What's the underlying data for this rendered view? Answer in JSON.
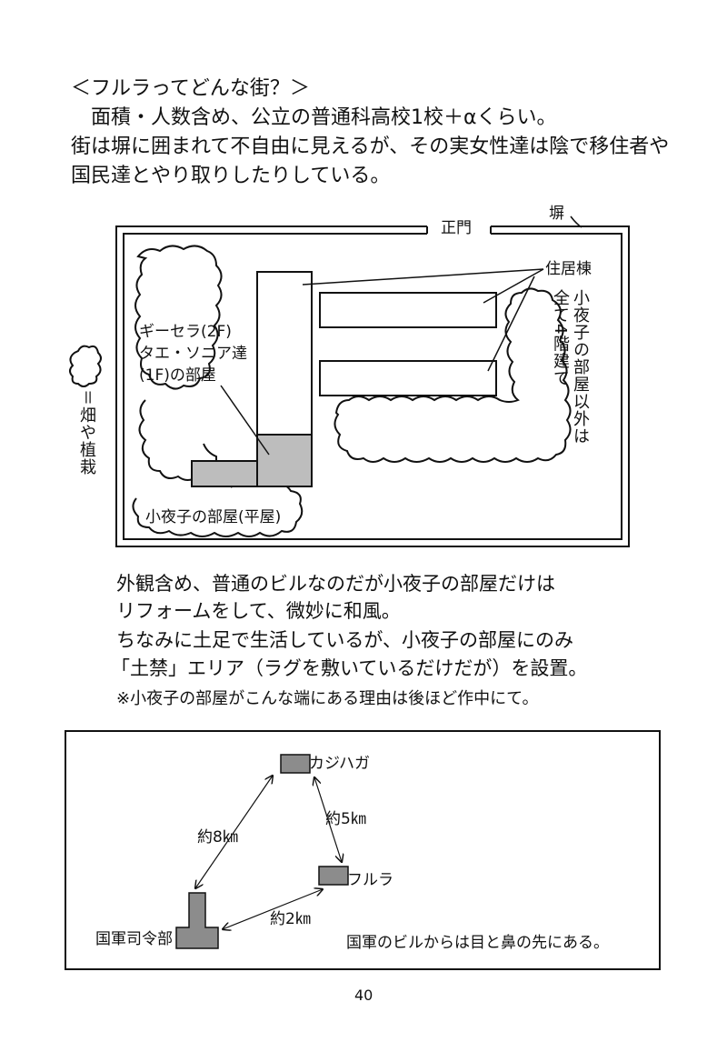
{
  "intro": {
    "heading": "＜フルラってどんな街？＞",
    "line1": "面積・人数含め、公立の普通科高校1校＋αくらい。",
    "line2": "街は塀に囲まれて不自由に見えるが、その実女性達は陰で移住者や",
    "line3": "国民達とやり取りしたりしている。"
  },
  "map": {
    "gate": "正門",
    "wall": "塀",
    "residential": "住居棟",
    "all_four_floors": "全て4階建て",
    "except_sayoko": "小夜子の部屋以外は",
    "gisela_tae_1": "ギーセラ(2F)",
    "gisela_tae_2": "タエ・ソニア達",
    "gisela_tae_3": "(1F)の部屋",
    "sayoko_room": "小夜子の部屋(平屋)",
    "legend_eq": "＝畑や植栽"
  },
  "body": {
    "line1": "外観含め、普通のビルなのだが小夜子の部屋だけは",
    "line2": "リフォームをして、微妙に和風。",
    "line3": "ちなみに土足で生活しているが、小夜子の部屋にのみ",
    "line4": "「土禁」エリア（ラグを敷いているだけだが）を設置。",
    "note": "※小夜子の部屋がこんな端にある理由は後ほど作中にて。"
  },
  "distance_map": {
    "kajihaga": "カジハガ",
    "furura": "フルラ",
    "hq": "国軍司令部",
    "d_kajihaga_hq": "約8㎞",
    "d_kajihaga_furura": "約5㎞",
    "d_furura_hq": "約2㎞",
    "caption": "国軍のビルからは目と鼻の先にある。"
  },
  "page_number": "40",
  "colors": {
    "building_gray": "#bdbdbd",
    "marker_gray": "#8c8c8c"
  }
}
